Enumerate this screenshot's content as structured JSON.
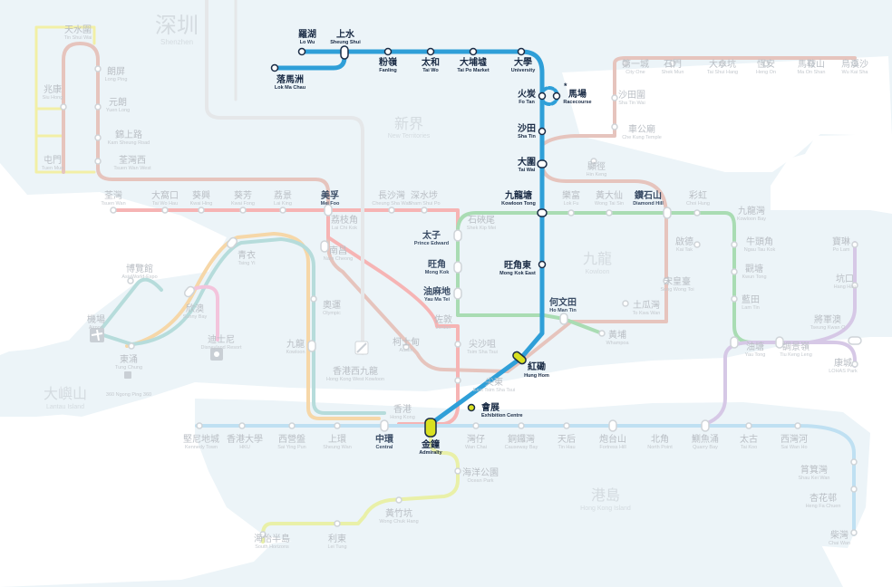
{
  "colors": {
    "highlight": "#2f9fd8",
    "east_rail": "#6bb8e2",
    "tsuen_wan": "#f6b4b4",
    "kwun_tong": "#a9dcb3",
    "island": "#bfe0f2",
    "tung_chung": "#f6d7a8",
    "tuen_ma": "#e6c4bd",
    "tseung_kwan_o": "#d6c8e6",
    "south_island": "#e9f0a8",
    "disneyland": "#f3c4dc",
    "interchange_highlight": "#d9e021",
    "light_rail": "#f2efa6",
    "airport_express": "#b6dcdb"
  },
  "map": {
    "districts": [
      {
        "id": "shenzhen",
        "zh": "深圳",
        "en": "Shenzhen"
      },
      {
        "id": "new-territories",
        "zh": "新界",
        "en": "New Territories"
      },
      {
        "id": "kowloon",
        "zh": "九龍",
        "en": "Kowloon"
      },
      {
        "id": "hong-kong-island",
        "zh": "港島",
        "en": "Hong Kong Island"
      },
      {
        "id": "lantau-island",
        "zh": "大嶼山",
        "en": "Lantau Island"
      }
    ],
    "highlighted_stations": [
      {
        "id": "lo-wu",
        "zh": "羅湖",
        "en": "Lo Wu"
      },
      {
        "id": "sheung-shui",
        "zh": "上水",
        "en": "Sheung Shui"
      },
      {
        "id": "lok-ma-chau",
        "zh": "落馬洲",
        "en": "Lok Ma Chau"
      },
      {
        "id": "fanling",
        "zh": "粉嶺",
        "en": "Fanling"
      },
      {
        "id": "tai-wo",
        "zh": "太和",
        "en": "Tai Wo"
      },
      {
        "id": "tai-po-market",
        "zh": "大埔墟",
        "en": "Tai Po Market"
      },
      {
        "id": "university",
        "zh": "大學",
        "en": "University"
      },
      {
        "id": "fo-tan",
        "zh": "火炭",
        "en": "Fo Tan"
      },
      {
        "id": "racecourse",
        "zh": "馬場",
        "en": "Racecourse",
        "marker": "*"
      },
      {
        "id": "sha-tin",
        "zh": "沙田",
        "en": "Sha Tin"
      },
      {
        "id": "tai-wai",
        "zh": "大圍",
        "en": "Tai Wai"
      },
      {
        "id": "kowloon-tong",
        "zh": "九龍塘",
        "en": "Kowloon Tong"
      },
      {
        "id": "mong-kok-east",
        "zh": "旺角東",
        "en": "Mong Kok East"
      },
      {
        "id": "hung-hom",
        "zh": "紅磡",
        "en": "Hung Hom"
      },
      {
        "id": "exhibition-centre",
        "zh": "會展",
        "en": "Exhibition Centre"
      },
      {
        "id": "admiralty",
        "zh": "金鐘",
        "en": "Admiralty"
      }
    ],
    "bold_stations": [
      {
        "id": "mei-foo",
        "zh": "美孚",
        "en": "Mei Foo"
      },
      {
        "id": "diamond-hill",
        "zh": "鑽石山",
        "en": "Diamond Hill"
      },
      {
        "id": "prince-edward",
        "zh": "太子",
        "en": "Prince Edward"
      },
      {
        "id": "mong-kok",
        "zh": "旺角",
        "en": "Mong Kok"
      },
      {
        "id": "yau-ma-tei",
        "zh": "油麻地",
        "en": "Yau Ma Tei"
      },
      {
        "id": "ho-man-tin",
        "zh": "何文田",
        "en": "Ho Man Tin"
      },
      {
        "id": "central",
        "zh": "中環",
        "en": "Central"
      }
    ],
    "stations": [
      {
        "id": "tin-shui-wai",
        "zh": "天水圍",
        "en": "Tin Shui Wai"
      },
      {
        "id": "long-ping",
        "zh": "朗屏",
        "en": "Long Ping"
      },
      {
        "id": "siu-hong",
        "zh": "兆康",
        "en": "Siu Hong"
      },
      {
        "id": "yuen-long",
        "zh": "元朗",
        "en": "Yuen Long"
      },
      {
        "id": "kam-sheung-road",
        "zh": "錦上路",
        "en": "Kam Sheung Road"
      },
      {
        "id": "tuen-mun",
        "zh": "屯門",
        "en": "Tuen Mun"
      },
      {
        "id": "tsuen-wan-west",
        "zh": "荃灣西",
        "en": "Tsuen Wan West"
      },
      {
        "id": "tsuen-wan",
        "zh": "荃灣",
        "en": "Tsuen Wan"
      },
      {
        "id": "tai-wo-hau",
        "zh": "大窩口",
        "en": "Tai Wo Hau"
      },
      {
        "id": "kwai-hing",
        "zh": "葵興",
        "en": "Kwai Hing"
      },
      {
        "id": "kwai-fong",
        "zh": "葵芳",
        "en": "Kwai Fong"
      },
      {
        "id": "lai-king",
        "zh": "荔景",
        "en": "Lai King"
      },
      {
        "id": "lai-chi-kok",
        "zh": "荔枝角",
        "en": "Lai Chi Kok"
      },
      {
        "id": "cheung-sha-wan",
        "zh": "長沙灣",
        "en": "Cheung Sha Wan"
      },
      {
        "id": "sham-shui-po",
        "zh": "深水埗",
        "en": "Sham Shui Po"
      },
      {
        "id": "shek-kip-mei",
        "zh": "石硤尾",
        "en": "Shek Kip Mei"
      },
      {
        "id": "nam-cheong",
        "zh": "南昌",
        "en": "Nam Cheong"
      },
      {
        "id": "tsing-yi",
        "zh": "青衣",
        "en": "Tsing Yi"
      },
      {
        "id": "asiaworld-expo",
        "zh": "博覽館",
        "en": "AsiaWorld-Expo"
      },
      {
        "id": "sunny-bay",
        "zh": "欣澳",
        "en": "Sunny Bay"
      },
      {
        "id": "airport",
        "zh": "機場",
        "en": "Airport"
      },
      {
        "id": "disneyland-resort",
        "zh": "迪士尼",
        "en": "Disneyland Resort"
      },
      {
        "id": "tung-chung",
        "zh": "東涌",
        "en": "Tung Chung"
      },
      {
        "id": "ngong-ping",
        "zh": "",
        "en": "360 Ngong Ping 360"
      },
      {
        "id": "olympic",
        "zh": "奧運",
        "en": "Olympic"
      },
      {
        "id": "kowloon",
        "zh": "九龍",
        "en": "Kowloon"
      },
      {
        "id": "hong-kong-west-kowloon",
        "zh": "香港西九龍",
        "en": "Hong Kong West Kowloon"
      },
      {
        "id": "austin",
        "zh": "柯士甸",
        "en": "Austin"
      },
      {
        "id": "jordan",
        "zh": "佐敦",
        "en": "Jordan"
      },
      {
        "id": "tsim-sha-tsui",
        "zh": "尖沙咀",
        "en": "Tsim Sha Tsui"
      },
      {
        "id": "east-tsim-sha-tsui",
        "zh": "尖東",
        "en": "East Tsim Sha Tsui"
      },
      {
        "id": "hong-kong",
        "zh": "香港",
        "en": "Hong Kong"
      },
      {
        "id": "whampoa",
        "zh": "黃埔",
        "en": "Whampoa"
      },
      {
        "id": "to-kwa-wan",
        "zh": "土瓜灣",
        "en": "To Kwa Wan"
      },
      {
        "id": "sung-wong-toi",
        "zh": "宋皇臺",
        "en": "Sung Wong Toi"
      },
      {
        "id": "kai-tak",
        "zh": "啟德",
        "en": "Kai Tak"
      },
      {
        "id": "lok-fu",
        "zh": "樂富",
        "en": "Lok Fu"
      },
      {
        "id": "wong-tai-sin",
        "zh": "黃大仙",
        "en": "Wong Tai Sin"
      },
      {
        "id": "choi-hung",
        "zh": "彩虹",
        "en": "Choi Hung"
      },
      {
        "id": "kowloon-bay",
        "zh": "九龍灣",
        "en": "Kowloon Bay"
      },
      {
        "id": "ngau-tau-kok",
        "zh": "牛頭角",
        "en": "Ngau Tau Kok"
      },
      {
        "id": "kwun-tong",
        "zh": "觀塘",
        "en": "Kwun Tong"
      },
      {
        "id": "lam-tin",
        "zh": "藍田",
        "en": "Lam Tin"
      },
      {
        "id": "yau-tong",
        "zh": "油塘",
        "en": "Yau Tong"
      },
      {
        "id": "tiu-keng-leng",
        "zh": "調景嶺",
        "en": "Tiu Keng Leng"
      },
      {
        "id": "tseung-kwan-o",
        "zh": "將軍澳",
        "en": "Tseung Kwan O"
      },
      {
        "id": "hang-hau",
        "zh": "坑口",
        "en": "Hang Hau"
      },
      {
        "id": "po-lam",
        "zh": "寶琳",
        "en": "Po Lam"
      },
      {
        "id": "lohas-park",
        "zh": "康城",
        "en": "LOHAS Park"
      },
      {
        "id": "city-one",
        "zh": "第一城",
        "en": "City One"
      },
      {
        "id": "shek-mun",
        "zh": "石門",
        "en": "Shek Mun"
      },
      {
        "id": "tai-shui-hang",
        "zh": "大水坑",
        "en": "Tai Shui Hang"
      },
      {
        "id": "heng-on",
        "zh": "恆安",
        "en": "Heng On"
      },
      {
        "id": "ma-on-shan",
        "zh": "馬鞍山",
        "en": "Ma On Shan"
      },
      {
        "id": "wu-kai-sha",
        "zh": "烏溪沙",
        "en": "Wu Kai Sha"
      },
      {
        "id": "sha-tin-wai",
        "zh": "沙田圍",
        "en": "Sha Tin Wai"
      },
      {
        "id": "che-kung-temple",
        "zh": "車公廟",
        "en": "Che Kung Temple"
      },
      {
        "id": "hin-keng",
        "zh": "顯徑",
        "en": "Hin Keng"
      },
      {
        "id": "kennedy-town",
        "zh": "堅尼地城",
        "en": "Kennedy Town"
      },
      {
        "id": "hku",
        "zh": "香港大學",
        "en": "HKU"
      },
      {
        "id": "sai-ying-pun",
        "zh": "西營盤",
        "en": "Sai Ying Pun"
      },
      {
        "id": "sheung-wan",
        "zh": "上環",
        "en": "Sheung Wan"
      },
      {
        "id": "wan-chai",
        "zh": "灣仔",
        "en": "Wan Chai"
      },
      {
        "id": "causeway-bay",
        "zh": "銅鑼灣",
        "en": "Causeway Bay"
      },
      {
        "id": "tin-hau",
        "zh": "天后",
        "en": "Tin Hau"
      },
      {
        "id": "fortress-hill",
        "zh": "炮台山",
        "en": "Fortress Hill"
      },
      {
        "id": "north-point",
        "zh": "北角",
        "en": "North Point"
      },
      {
        "id": "quarry-bay",
        "zh": "鰂魚涌",
        "en": "Quarry Bay"
      },
      {
        "id": "tai-koo",
        "zh": "太古",
        "en": "Tai Koo"
      },
      {
        "id": "sai-wan-ho",
        "zh": "西灣河",
        "en": "Sai Wan Ho"
      },
      {
        "id": "shau-kei-wan",
        "zh": "筲箕灣",
        "en": "Shau Kei Wan"
      },
      {
        "id": "heng-fa-chuen",
        "zh": "杏花邨",
        "en": "Heng Fa Chuen"
      },
      {
        "id": "chai-wan",
        "zh": "柴灣",
        "en": "Chai Wan"
      },
      {
        "id": "ocean-park",
        "zh": "海洋公園",
        "en": "Ocean Park"
      },
      {
        "id": "wong-chuk-hang",
        "zh": "黃竹坑",
        "en": "Wong Chuk Hang"
      },
      {
        "id": "lei-tung",
        "zh": "利東",
        "en": "Lei Tung"
      },
      {
        "id": "south-horizons",
        "zh": "海怡半島",
        "en": "South Horizons"
      }
    ]
  }
}
